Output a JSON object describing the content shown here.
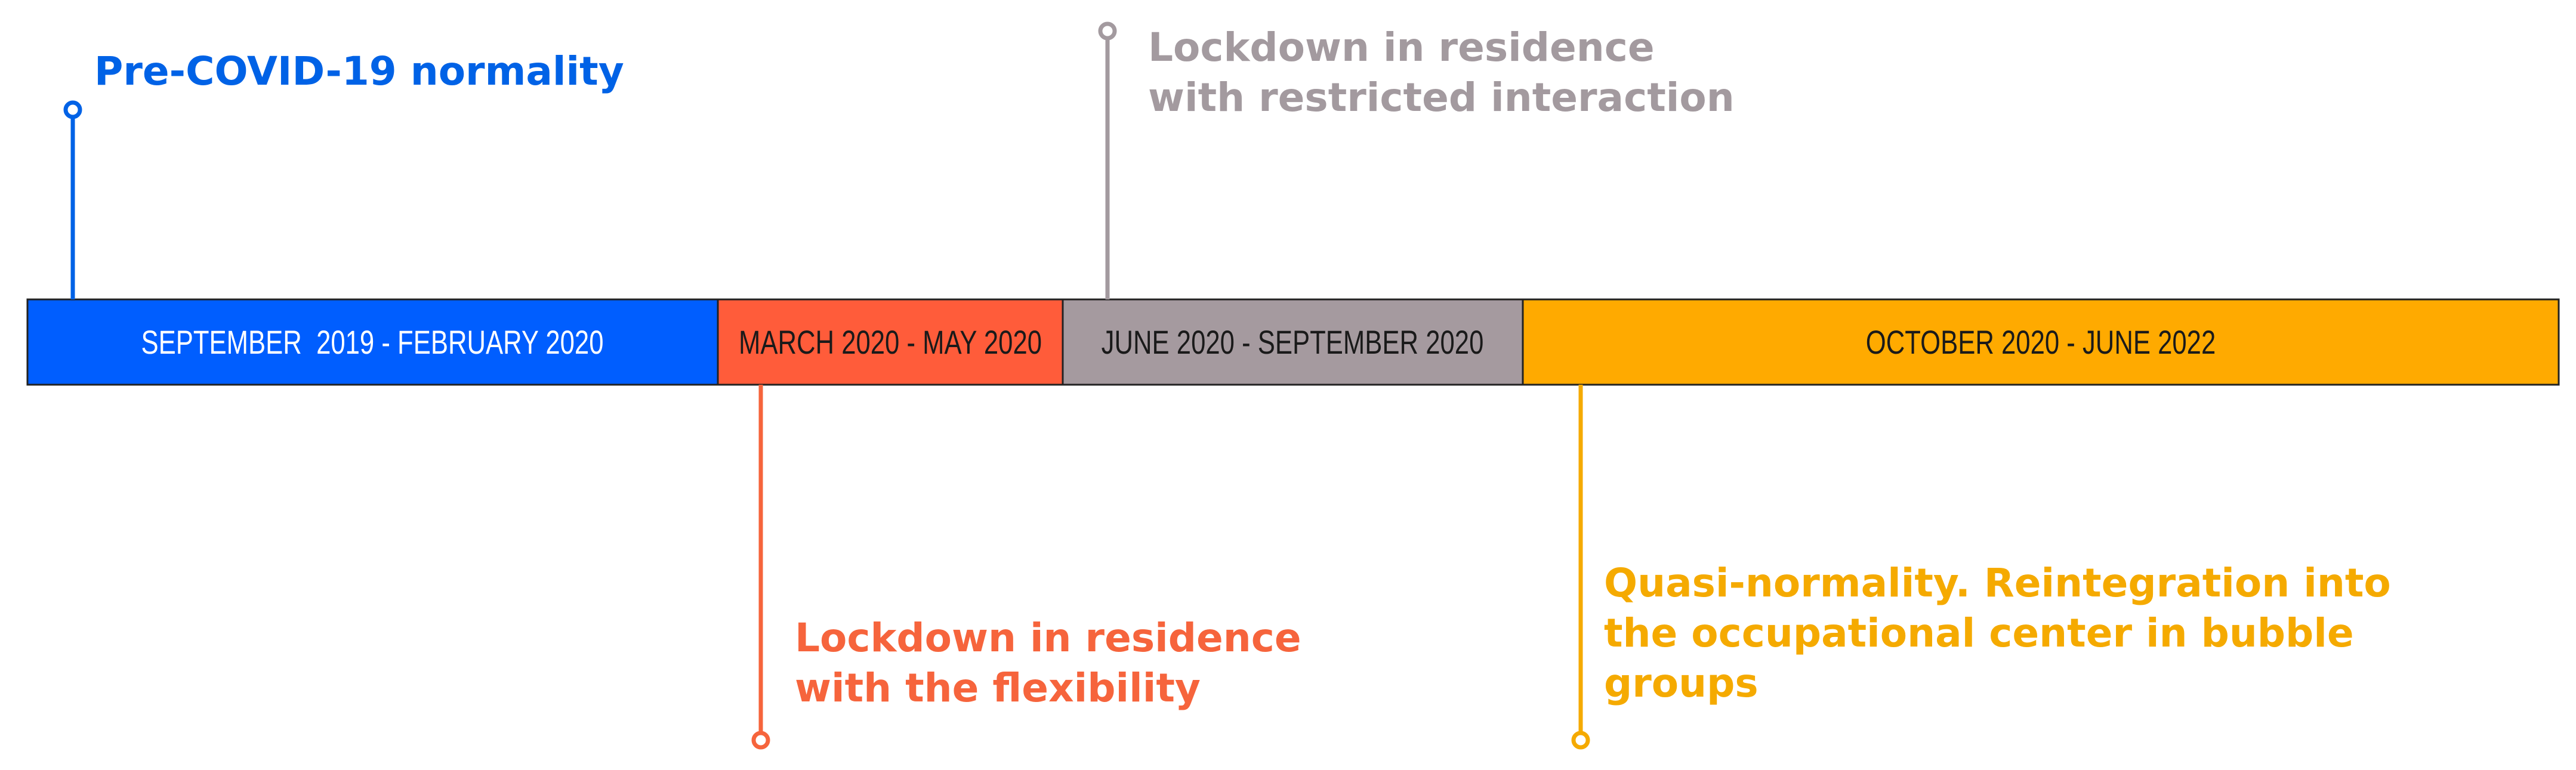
{
  "timeline": {
    "segments": [
      {
        "label": "SEPTEMBER  2019 - FEBRUARY 2020",
        "color": "#005EFF",
        "text_color": "#FFFFFF"
      },
      {
        "label": "MARCH 2020 - MAY 2020",
        "color": "#FF5C3A",
        "text_color": "#1A1A1A"
      },
      {
        "label": "JUNE 2020 - SEPTEMBER 2020",
        "color": "#A59A9F",
        "text_color": "#1A1A1A"
      },
      {
        "label": "OCTOBER 2020 - JUNE 2022",
        "color": "#FFAA00",
        "text_color": "#1A1A1A"
      }
    ]
  },
  "phases": {
    "pre_covid": {
      "lines": [
        "Pre-COVID-19 normality"
      ],
      "color": "#0062E6"
    },
    "flexible_lockdown": {
      "lines": [
        "Lockdown in residence",
        "with the flexibility"
      ],
      "color": "#F6643C"
    },
    "restricted_lockdown": {
      "lines": [
        "Lockdown in residence",
        "with restricted interaction"
      ],
      "color": "#A39A9F"
    },
    "quasi_normality": {
      "lines": [
        "Quasi-normality. Reintegration into",
        "the occupational center in bubble",
        "groups"
      ],
      "color": "#F5AA00"
    }
  }
}
